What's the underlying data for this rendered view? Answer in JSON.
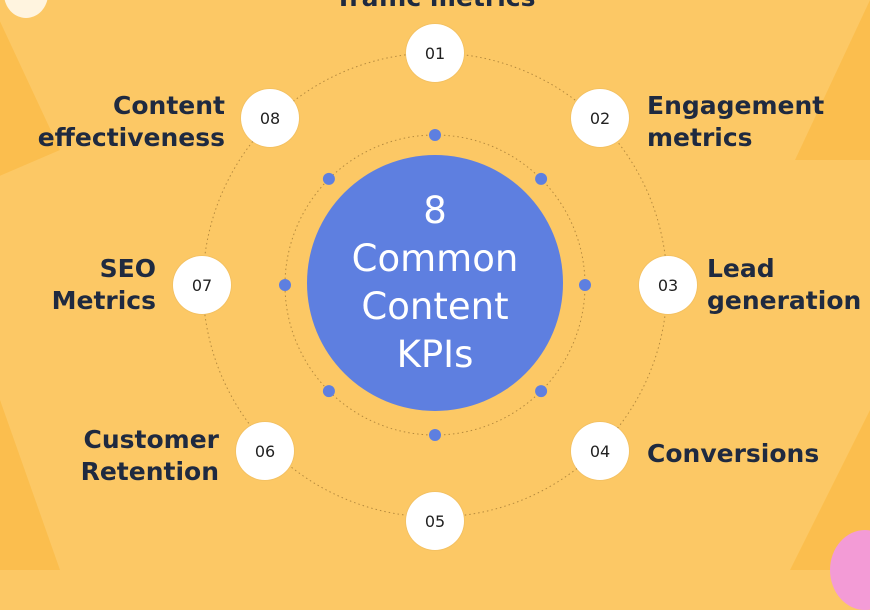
{
  "center": {
    "lines": [
      "8",
      "Common",
      "Content",
      "KPIs"
    ]
  },
  "items": [
    {
      "num": "01",
      "label_lines": [
        "Traffic metrics"
      ]
    },
    {
      "num": "02",
      "label_lines": [
        "Engagement",
        "metrics"
      ]
    },
    {
      "num": "03",
      "label_lines": [
        "Lead",
        "generation"
      ]
    },
    {
      "num": "04",
      "label_lines": [
        "Conversions"
      ]
    },
    {
      "num": "05",
      "label_lines": []
    },
    {
      "num": "06",
      "label_lines": [
        "Customer",
        "Retention"
      ]
    },
    {
      "num": "07",
      "label_lines": [
        "SEO",
        "Metrics"
      ]
    },
    {
      "num": "08",
      "label_lines": [
        "Content",
        "effectiveness"
      ]
    }
  ],
  "colors": {
    "background": "#FCC865",
    "center_fill": "#5E7FE0",
    "node_fill": "#FFFFFF",
    "dot": "#5E7FE0",
    "text": "#1F2A40"
  }
}
